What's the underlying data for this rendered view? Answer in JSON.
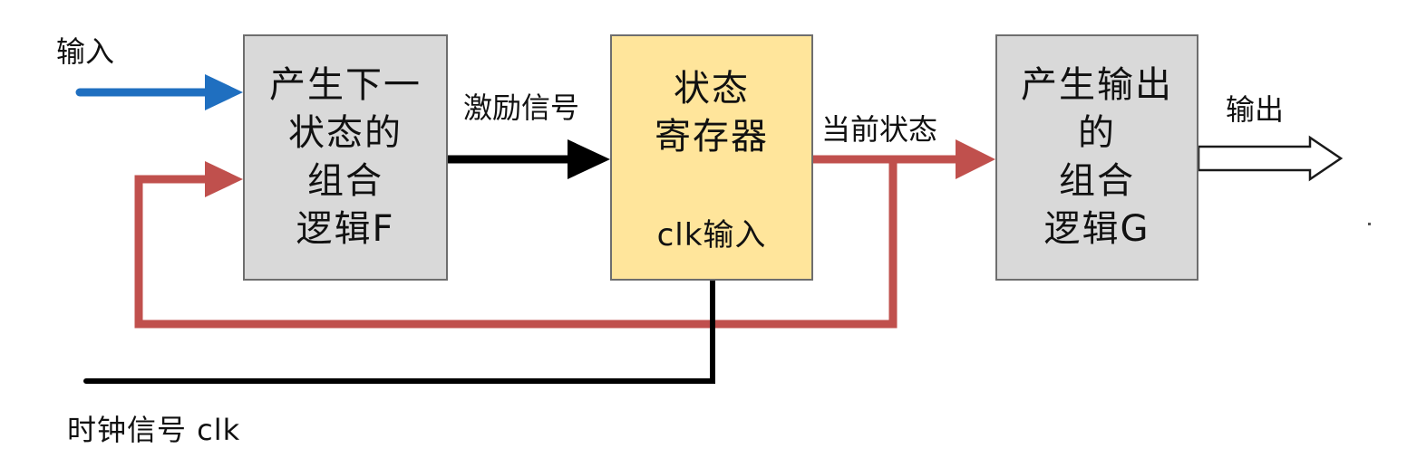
{
  "labels": {
    "input": "输入",
    "excitation": "激励信号",
    "current_state": "当前状态",
    "output": "输出",
    "clock": "时钟信号 clk"
  },
  "blocks": {
    "next_state_logic": {
      "lines": [
        "产生下一",
        "状态的",
        "组合",
        "逻辑F"
      ],
      "fill": "#d9d9d9"
    },
    "state_register": {
      "lines": [
        "状态",
        "寄存器"
      ],
      "clk_input": "clk输入",
      "fill": "#ffe59b"
    },
    "output_logic": {
      "lines": [
        "产生输出",
        "的",
        "组合",
        "逻辑G"
      ],
      "fill": "#d9d9d9"
    }
  },
  "colors": {
    "input_arrow": "#1f6fc0",
    "feedback": "#c0504d",
    "signal": "#000000",
    "box_border": "#6e6e6e"
  }
}
